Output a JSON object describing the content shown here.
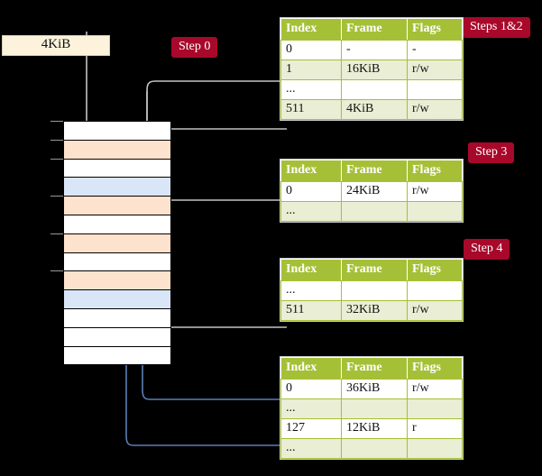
{
  "diagram": {
    "title": "four-level page table walk",
    "background": "#000000",
    "accent_header": "#a5c037",
    "accent_badge": "#a8082a",
    "row_orange": "#fde3cd",
    "row_blue": "#d8e6f8",
    "highlight": "#fbf6a4"
  },
  "frame_label": {
    "text": "4KiB"
  },
  "badges": [
    {
      "id": "step0",
      "label": "Step 0"
    },
    {
      "id": "steps1and2",
      "label": "Steps 1&2"
    },
    {
      "id": "step3",
      "label": "Step 3"
    },
    {
      "id": "step4",
      "label": "Step 4"
    }
  ],
  "table_columns": [
    "Index",
    "Frame",
    "Flags"
  ],
  "tables": [
    {
      "id": "table-level0",
      "rows": [
        {
          "index": "0",
          "frame": "-",
          "flags": "-",
          "style": "plain"
        },
        {
          "index": "1",
          "frame": "16KiB",
          "flags": "r/w",
          "style": "alt"
        },
        {
          "index": "...",
          "frame": "",
          "flags": "",
          "style": "plain"
        },
        {
          "index": "511",
          "frame": "4KiB",
          "flags": "r/w",
          "style": "highlight"
        }
      ]
    },
    {
      "id": "table-level1",
      "rows": [
        {
          "index": "0",
          "frame": "24KiB",
          "flags": "r/w",
          "style": "plain"
        },
        {
          "index": "...",
          "frame": "",
          "flags": "",
          "style": "alt"
        }
      ]
    },
    {
      "id": "table-level2",
      "rows": [
        {
          "index": "...",
          "frame": "",
          "flags": "",
          "style": "plain"
        },
        {
          "index": "511",
          "frame": "32KiB",
          "flags": "r/w",
          "style": "alt"
        }
      ]
    },
    {
      "id": "table-level3",
      "rows": [
        {
          "index": "0",
          "frame": "36KiB",
          "flags": "r/w",
          "style": "plain"
        },
        {
          "index": "...",
          "frame": "",
          "flags": "",
          "style": "alt"
        },
        {
          "index": "127",
          "frame": "12KiB",
          "flags": "r",
          "style": "plain"
        },
        {
          "index": "...",
          "frame": "",
          "flags": "",
          "style": "alt"
        }
      ]
    }
  ],
  "memory_column": {
    "rows": [
      {
        "fill": "white",
        "tick": true
      },
      {
        "fill": "orange",
        "tick": true
      },
      {
        "fill": "white",
        "tick": true
      },
      {
        "fill": "blue",
        "tick": false
      },
      {
        "fill": "orange",
        "tick": true
      },
      {
        "fill": "white",
        "tick": false
      },
      {
        "fill": "orange",
        "tick": true
      },
      {
        "fill": "white",
        "tick": false
      },
      {
        "fill": "orange",
        "tick": true
      },
      {
        "fill": "blue",
        "tick": false
      },
      {
        "fill": "white",
        "tick": false
      },
      {
        "fill": "white",
        "tick": false
      },
      {
        "fill": "white",
        "tick": false
      }
    ]
  }
}
